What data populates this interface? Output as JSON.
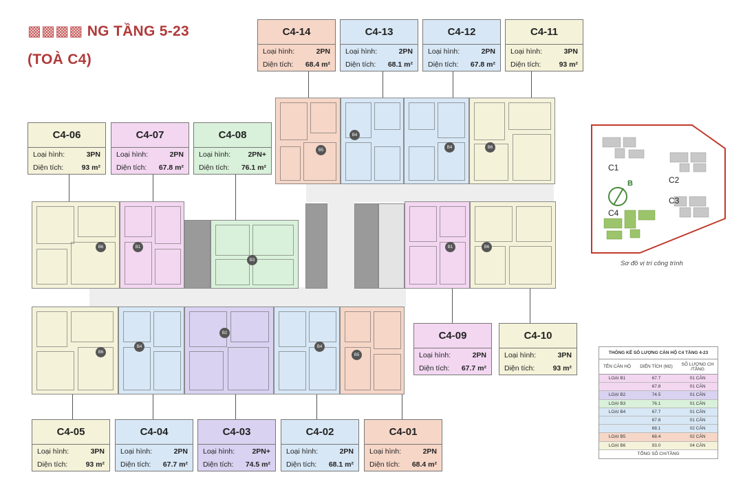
{
  "title": {
    "line1": "NG TẦNG 5-23",
    "line2": "(TOÀ C4)"
  },
  "labels": {
    "type": "Loại hình:",
    "area": "Diện tích:"
  },
  "units": [
    {
      "id": "C4-14",
      "type": "2PN",
      "area": "68.4 m²",
      "color": "#f6d6c7"
    },
    {
      "id": "C4-13",
      "type": "2PN",
      "area": "68.1 m²",
      "color": "#d7e7f5"
    },
    {
      "id": "C4-12",
      "type": "2PN",
      "area": "67.8 m²",
      "color": "#d7e7f5"
    },
    {
      "id": "C4-11",
      "type": "3PN",
      "area": "93 m²",
      "color": "#f4f2d9"
    },
    {
      "id": "C4-06",
      "type": "3PN",
      "area": "93 m²",
      "color": "#f4f2d9"
    },
    {
      "id": "C4-07",
      "type": "2PN",
      "area": "67.8 m²",
      "color": "#f3d7f1"
    },
    {
      "id": "C4-08",
      "type": "2PN+",
      "area": "76.1 m²",
      "color": "#d9f1da"
    },
    {
      "id": "C4-09",
      "type": "2PN",
      "area": "67.7 m²",
      "color": "#f3d7f1"
    },
    {
      "id": "C4-10",
      "type": "3PN",
      "area": "93 m²",
      "color": "#f4f2d9"
    },
    {
      "id": "C4-05",
      "type": "3PN",
      "area": "93 m²",
      "color": "#f4f2d9"
    },
    {
      "id": "C4-04",
      "type": "2PN",
      "area": "67.7 m²",
      "color": "#d7e7f5"
    },
    {
      "id": "C4-03",
      "type": "2PN+",
      "area": "74.5 m²",
      "color": "#d9d2f1"
    },
    {
      "id": "C4-02",
      "type": "2PN",
      "area": "68.1 m²",
      "color": "#d7e7f5"
    },
    {
      "id": "C4-01",
      "type": "2PN",
      "area": "68.4 m²",
      "color": "#f6d6c7"
    }
  ],
  "plan_tags": [
    "B5",
    "B4",
    "B4",
    "B6",
    "B6",
    "B1",
    "B3",
    "B1",
    "B6",
    "B6",
    "B4",
    "B2",
    "B4",
    "B5"
  ],
  "site_map": {
    "buildings": [
      "C1",
      "C2",
      "C3",
      "C4"
    ],
    "compass": "B",
    "caption": "Sơ đồ vị trí công trình"
  },
  "stats_table": {
    "title": "THỐNG KÊ SỐ LƯỢNG CĂN HỘ C4 TẦNG 4-23",
    "headers": [
      "TÊN CĂN HỘ",
      "DIỆN TÍCH (M2)",
      "SỐ LƯỢNG CH /TẦNG"
    ],
    "rows": [
      [
        "LOẠI B1",
        "67.7",
        "01 CĂN"
      ],
      [
        "",
        "67.8",
        "01 CĂN"
      ],
      [
        "LOẠI B2",
        "74.5",
        "01 CĂN"
      ],
      [
        "LOẠI B3",
        "76.1",
        "01 CĂN"
      ],
      [
        "LOẠI B4",
        "67.7",
        "01 CĂN"
      ],
      [
        "",
        "67.8",
        "01 CĂN"
      ],
      [
        "",
        "68.1",
        "02 CĂN"
      ],
      [
        "LOẠI B5",
        "68.4",
        "02 CĂN"
      ],
      [
        "LOẠI B6",
        "93.0",
        "04 CĂN"
      ]
    ],
    "row_colors": [
      "#f3d7f1",
      "#f3d7f1",
      "#d9d2f1",
      "#d9f1da",
      "#d7e7f5",
      "#d7e7f5",
      "#d7e7f5",
      "#f6d6c7",
      "#f4f2d9"
    ],
    "footer": "TỔNG SỐ CH/TẦNG"
  }
}
